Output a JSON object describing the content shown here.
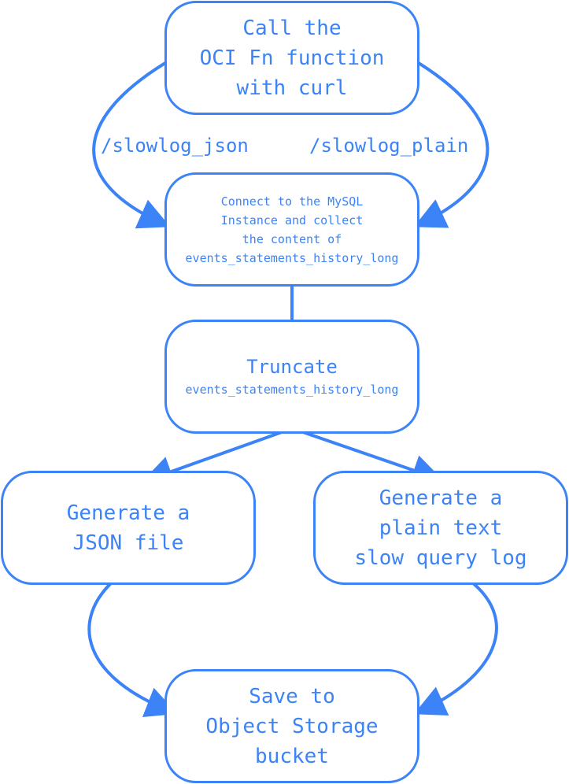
{
  "colors": {
    "accent": "#3B83F6",
    "background": "#FFFFFF"
  },
  "nodes": {
    "call": {
      "lines": [
        "Call the",
        "OCI Fn function",
        "with curl"
      ]
    },
    "connect": {
      "lines": [
        "Connect to the MySQL",
        "Instance and collect",
        "the content of",
        "events_statements_history_long"
      ]
    },
    "truncate": {
      "title": "Truncate",
      "subtitle": "events_statements_history_long"
    },
    "json": {
      "lines": [
        "Generate a",
        "JSON file"
      ]
    },
    "plain": {
      "lines": [
        "Generate a",
        "plain text",
        "slow query log"
      ]
    },
    "save": {
      "lines": [
        "Save to",
        "Object Storage",
        "bucket"
      ]
    }
  },
  "edge_labels": {
    "json_route": "/slowlog_json",
    "plain_route": "/slowlog_plain"
  }
}
